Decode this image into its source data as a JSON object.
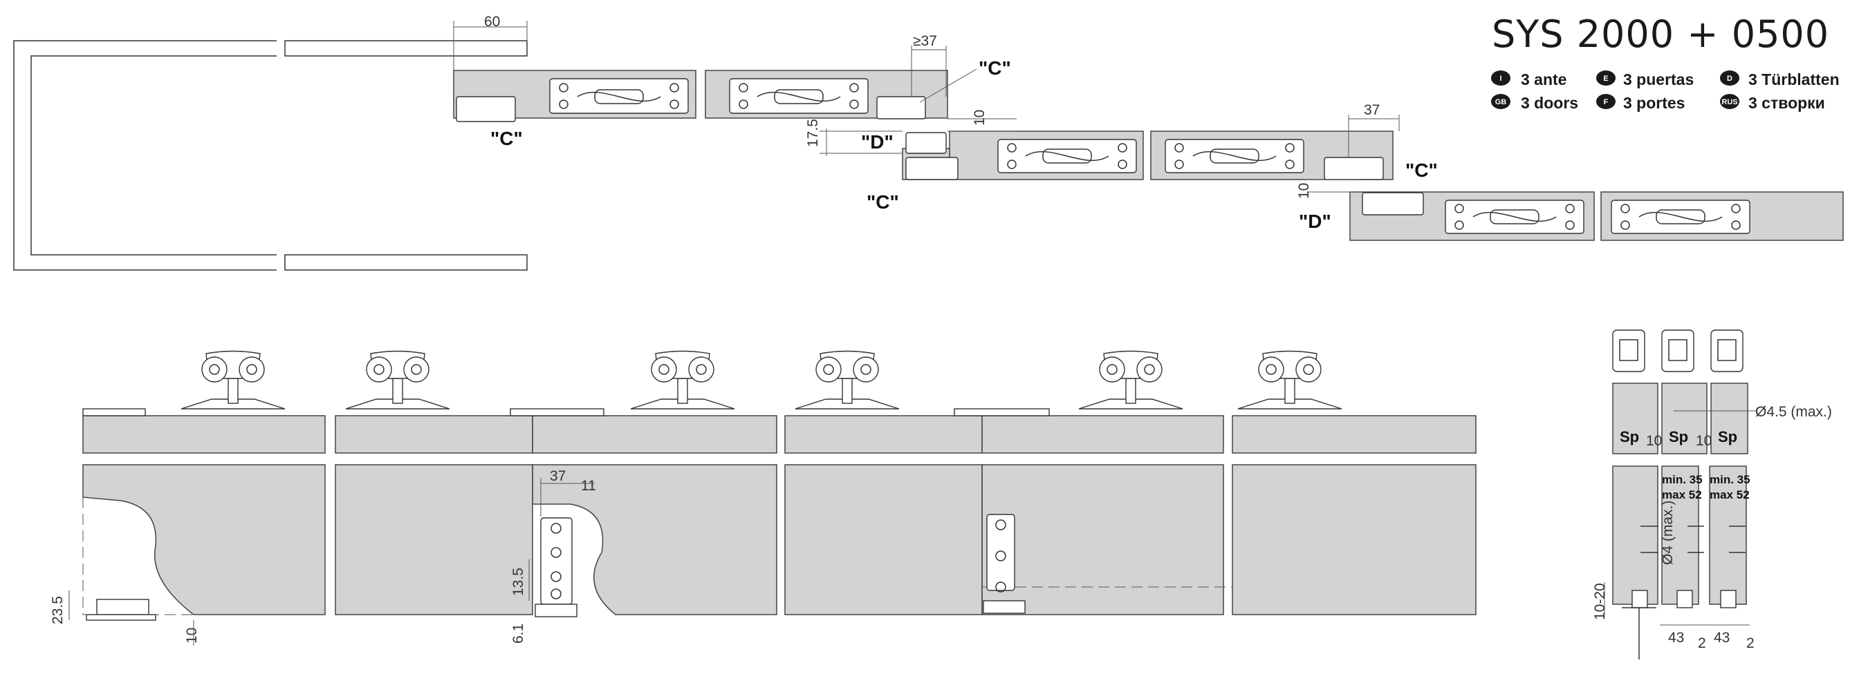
{
  "title": "SYS 2000 + 0500",
  "legend": [
    {
      "code": "I",
      "text": "3 ante"
    },
    {
      "code": "E",
      "text": "3 puertas"
    },
    {
      "code": "D",
      "text": "3 Türblatten"
    },
    {
      "code": "GB",
      "text": "3 doors"
    },
    {
      "code": "F",
      "text": "3 portes"
    },
    {
      "code": "RUS",
      "text": "3 створки"
    }
  ],
  "labels": {
    "c": "\"C\"",
    "d": "\"D\"",
    "sp": "Sp"
  },
  "dims": {
    "d60": "60",
    "d37": "≥37",
    "d10a": "10",
    "d17_5": "17.5",
    "d37b": "37",
    "d10b": "10",
    "d37c": "37",
    "d11": "11",
    "d13_5": "13.5",
    "d6_1": "6.1",
    "d23_5": "23.5",
    "d10c": "10",
    "d10_20": "10-20",
    "d43a": "43",
    "d43b": "43",
    "d2a": "2",
    "d2b": "2",
    "d10sp1": "10",
    "d10sp2": "10",
    "dia45": "Ø4.5 (max.)",
    "dia4": "Ø4 (max.)",
    "min35": "min. 35",
    "max52": "max 52"
  },
  "colors": {
    "door": "#d3d3d3",
    "line": "#333333",
    "badge": "#1a1a1a"
  }
}
